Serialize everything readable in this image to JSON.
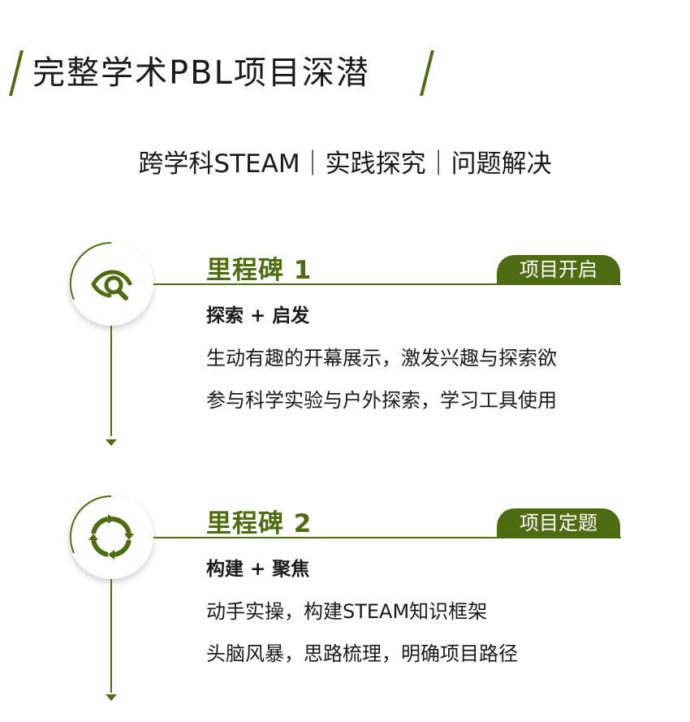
{
  "header": {
    "title": "完整学术PBL项目深潜",
    "subtitle": "跨学科STEAM｜实践探究｜问题解决"
  },
  "milestones": [
    {
      "title": "里程碑 1",
      "badge": "项目开启",
      "heading": "探索 + 启发",
      "lines": [
        "生动有趣的开幕展示，激发兴趣与探索欲",
        "参与科学实验与户外探索，学习工具使用"
      ],
      "icon": "search-icon"
    },
    {
      "title": "里程碑 2",
      "badge": "项目定题",
      "heading": "构建 + 聚焦",
      "lines": [
        "动手实操，构建STEAM知识框架",
        "头脑风暴，思路梳理，明确项目路径"
      ],
      "icon": "cycle-icon"
    }
  ],
  "colors": {
    "accent": "#4e6d12",
    "text": "#1a1a1a",
    "background": "#ffffff"
  }
}
